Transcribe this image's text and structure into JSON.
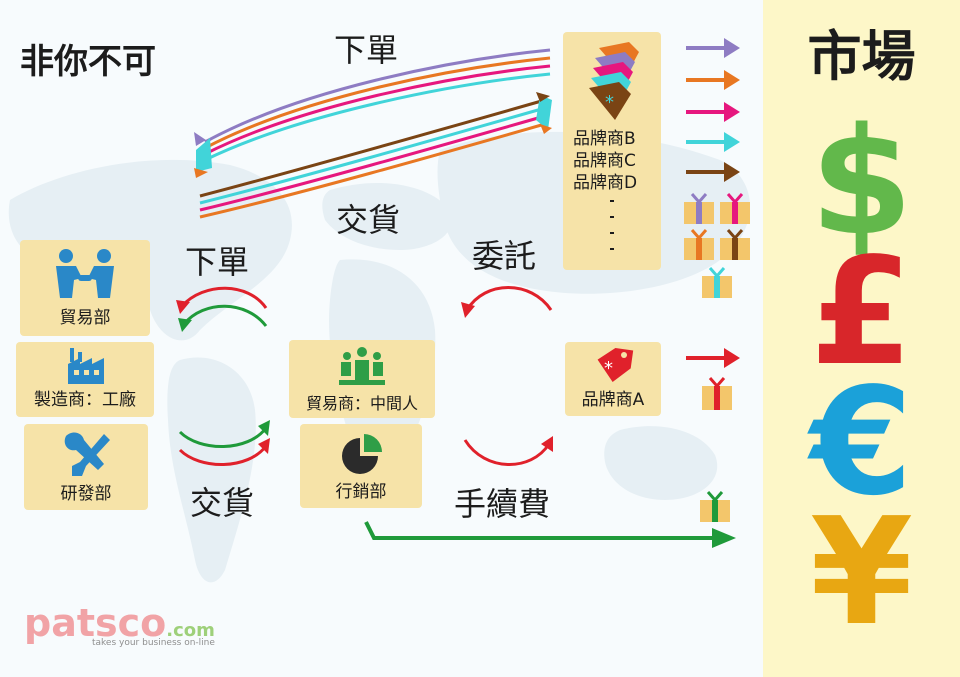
{
  "title": "非你不可",
  "flow_labels": {
    "order_top": "下單",
    "deliver_top": "交貨",
    "order_left": "下單",
    "deliver_left": "交貨",
    "entrust": "委託",
    "commission": "手續費"
  },
  "nodes": {
    "trade_dept": "貿易部",
    "manufacturer": "製造商：工廠",
    "rnd_dept": "研發部",
    "trader": "貿易商：中間人",
    "marketing": "行銷部",
    "brand_a": "品牌商A"
  },
  "brand_list": [
    "品牌商B",
    "品牌商C",
    "品牌商D"
  ],
  "market": {
    "title": "市場",
    "currencies": [
      "$",
      "£",
      "€",
      "¥"
    ]
  },
  "logo": {
    "name": "patsco",
    "domain": ".com",
    "tagline": "takes your business on-line"
  },
  "colors": {
    "box": "#f6e3a8",
    "market_bg": "#fdf7c8",
    "dollar": "#62b84b",
    "pound": "#d8262a",
    "euro": "#1ba1d9",
    "yen": "#e8a712",
    "purple": "#8e7cc3",
    "orange": "#e87722",
    "magenta": "#e6177e",
    "cyan": "#41d4d9",
    "brown": "#7a4414",
    "green_arrow": "#1f9a3a",
    "red_arrow": "#e0212b"
  },
  "icons": {
    "trade_dept": "handshake-people-icon",
    "manufacturer": "factory-icon",
    "rnd_dept": "tools-icon",
    "trader": "meeting-group-icon",
    "marketing": "pie-chart-icon",
    "brand_a": "price-tag-icon",
    "brand_list": "stacked-tags-icon",
    "gift": "gift-box-icon"
  }
}
